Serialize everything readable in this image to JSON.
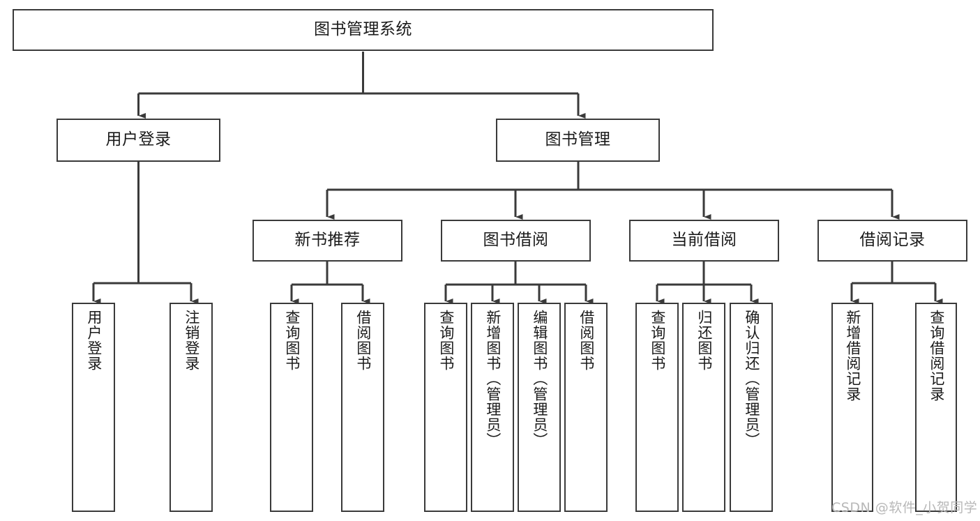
{
  "diagram": {
    "type": "tree",
    "title": "图书管理系统",
    "watermark": "CSDN @软件_小贺同学",
    "colors": {
      "box_border": "#3a3a3a",
      "box_fill": "#ffffff",
      "edge": "#3a3a3a",
      "text": "#1a1a1a",
      "watermark": "#b8b8b8",
      "background": "#ffffff"
    },
    "nodes": {
      "root": {
        "label": "图书管理系统"
      },
      "level2": [
        {
          "label": "用户登录"
        },
        {
          "label": "图书管理"
        }
      ],
      "level3": [
        {
          "label": "新书推荐"
        },
        {
          "label": "图书借阅"
        },
        {
          "label": "当前借阅"
        },
        {
          "label": "借阅记录"
        }
      ],
      "leaves": {
        "user_login": [
          {
            "label": "用户登录"
          },
          {
            "label": "注销登录"
          }
        ],
        "new_book_recommend": [
          {
            "label": "查询图书"
          },
          {
            "label": "借阅图书"
          }
        ],
        "book_borrow": [
          {
            "label": "查询图书"
          },
          {
            "label": "新增图书（管理员）"
          },
          {
            "label": "编辑图书（管理员）"
          },
          {
            "label": "借阅图书"
          }
        ],
        "current_borrow": [
          {
            "label": "查询图书"
          },
          {
            "label": "归还图书"
          },
          {
            "label": "确认归还（管理员）"
          }
        ],
        "borrow_record": [
          {
            "label": "新增借阅记录"
          },
          {
            "label": "查询借阅记录"
          }
        ]
      }
    }
  }
}
